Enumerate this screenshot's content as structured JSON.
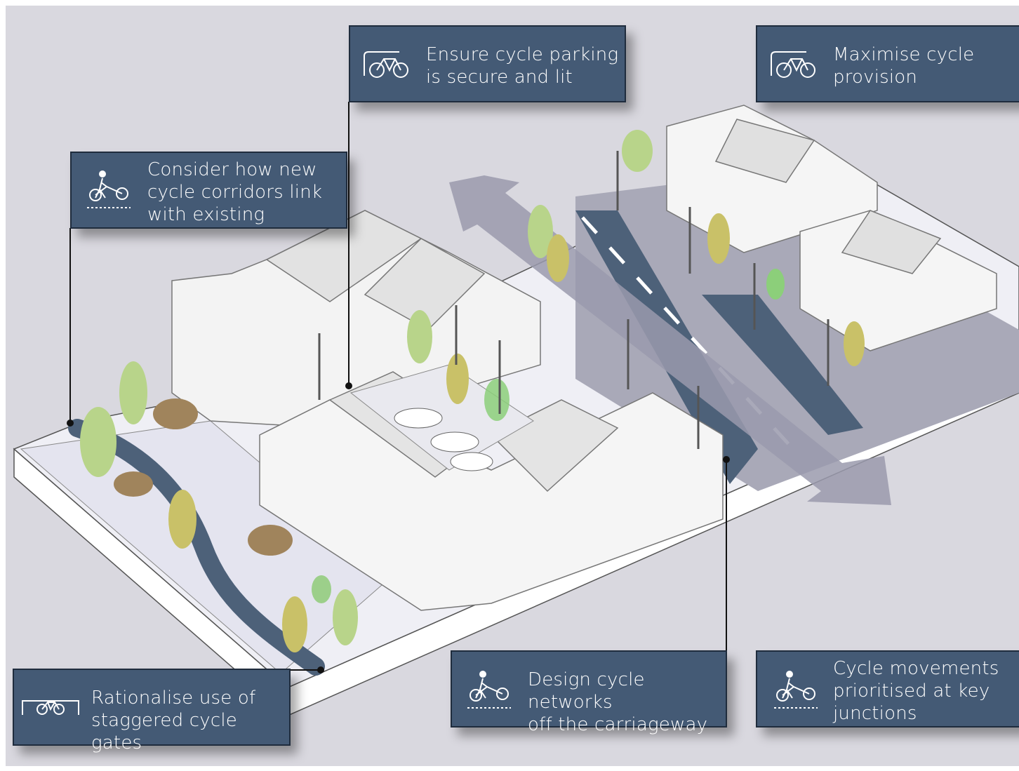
{
  "colors": {
    "background": "#d9d8df",
    "callout_fill": "#445a75",
    "callout_border": "#1f2c3d",
    "callout_text": "#ffffff",
    "road": "#a9a9b8",
    "cycle_lane": "#4d6179",
    "ground": "#efeff5",
    "building": "#f1f1f1",
    "arrow": "#9a9aad"
  },
  "callouts": {
    "parking": {
      "text": "Ensure cycle parking\nis secure and lit",
      "icon": "cycle-parking-icon"
    },
    "maximise": {
      "text": "Maximise cycle\nprovision",
      "icon": "cycle-parking-icon"
    },
    "corridors": {
      "text": "Consider how new\ncycle corridors link\nwith existing",
      "icon": "pedestrian-cyclist-icon"
    },
    "gates": {
      "text": "Rationalise use of\nstaggered cycle gates",
      "icon": "cycle-gate-icon"
    },
    "networks": {
      "text": "Design cycle networks\noff the carriageway",
      "icon": "pedestrian-cyclist-icon"
    },
    "junctions": {
      "text": "Cycle movements\nprioritised at key\njunctions",
      "icon": "pedestrian-cyclist-icon"
    }
  }
}
